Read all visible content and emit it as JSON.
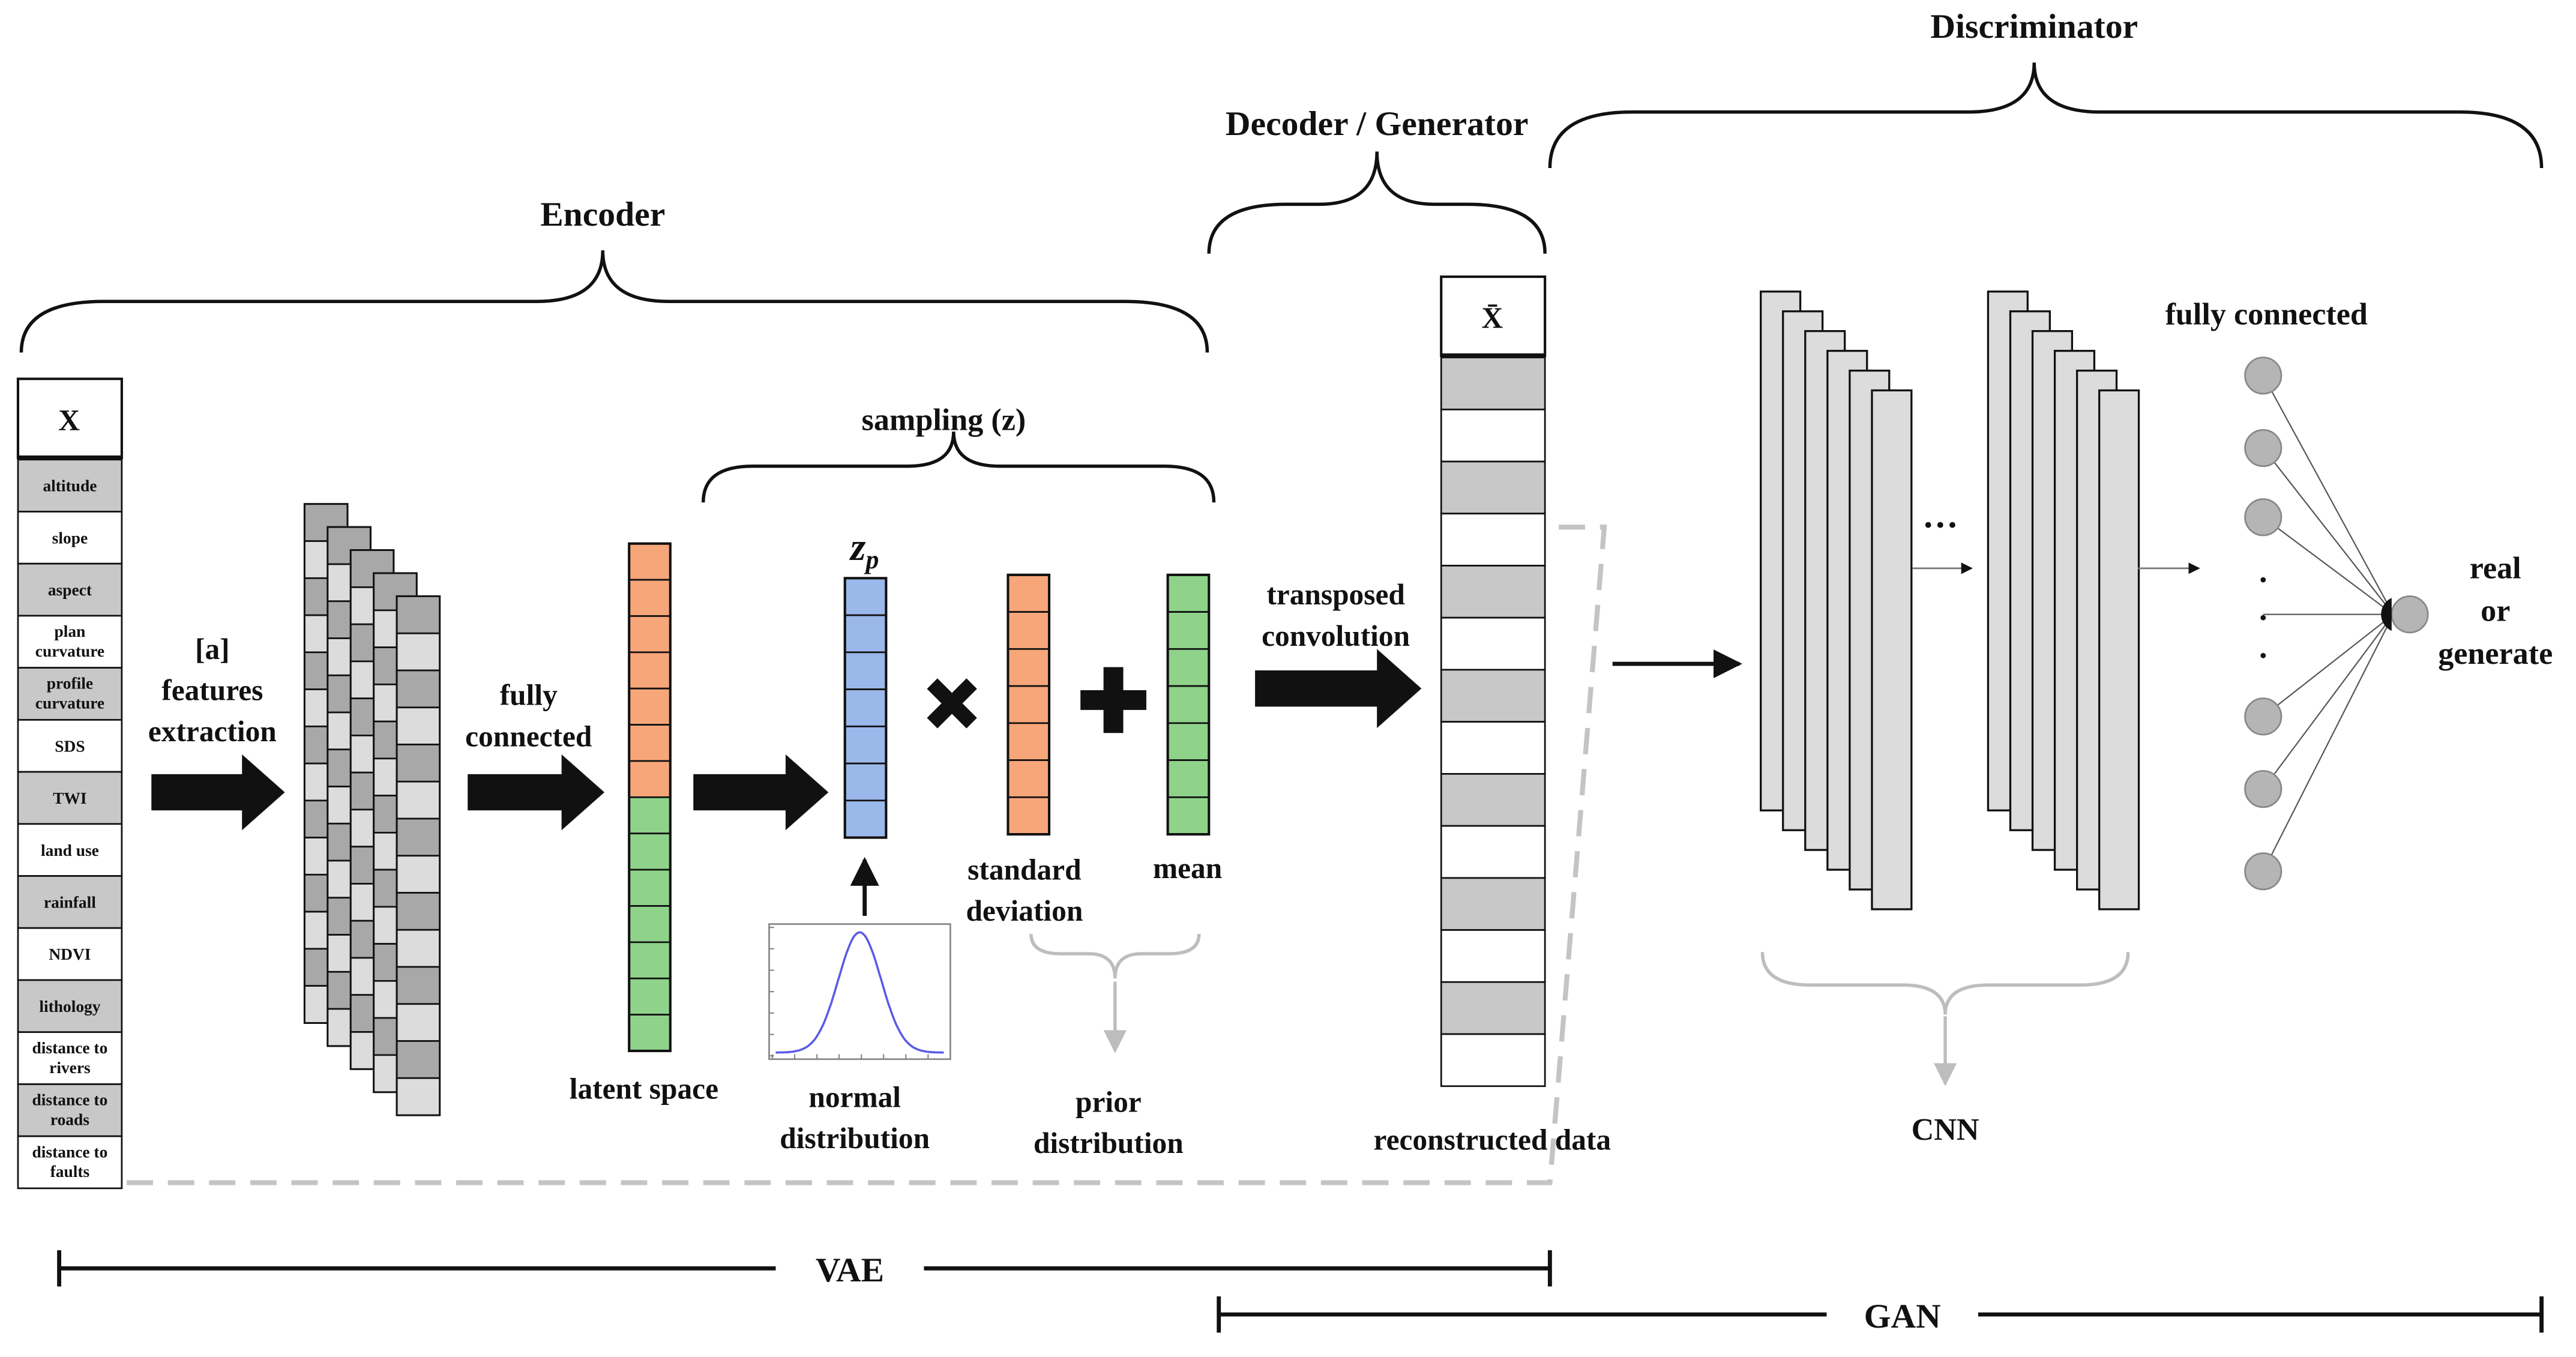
{
  "titles": {
    "encoder": "Encoder",
    "decoder": "Decoder / Generator",
    "discriminator": "Discriminator",
    "sampling": "sampling (z)"
  },
  "input": {
    "header": "X",
    "features": [
      "altitude",
      "slope",
      "aspect",
      "plan curvature",
      "profile curvature",
      "SDS",
      "TWI",
      "land use",
      "rainfall",
      "NDVI",
      "lithology",
      "distance to rivers",
      "distance to roads",
      "distance to faults"
    ]
  },
  "labels": {
    "features_extraction": [
      "[a]",
      "features",
      "extraction"
    ],
    "fully_connected": [
      "fully",
      "connected"
    ],
    "latent_space": "latent space",
    "zp": "z",
    "zp_sub": "p",
    "standard_deviation": [
      "standard",
      "deviation"
    ],
    "mean": "mean",
    "normal_distribution": [
      "normal",
      "distribution"
    ],
    "prior_distribution": [
      "prior",
      "distribution"
    ],
    "transposed_convolution": [
      "transposed",
      "convolution"
    ],
    "xbar": "X̄",
    "reconstructed_data": "reconstructed data",
    "ellipsis": "···",
    "fully_connected_disc": "fully connected",
    "cnn": "CNN",
    "output": [
      "real",
      "or",
      "generate"
    ],
    "vae": "VAE",
    "gan": "GAN"
  },
  "colors": {
    "ink": "#111111",
    "gray_cell": "#c8c8c8",
    "light_cell": "#e6e6e6",
    "orange": "#f7a67a",
    "green": "#8fd38a",
    "blue": "#9ab8ea",
    "node": "#b5b5b5",
    "dashed": "#c4c4c4",
    "bell": "#5a5ae6"
  }
}
